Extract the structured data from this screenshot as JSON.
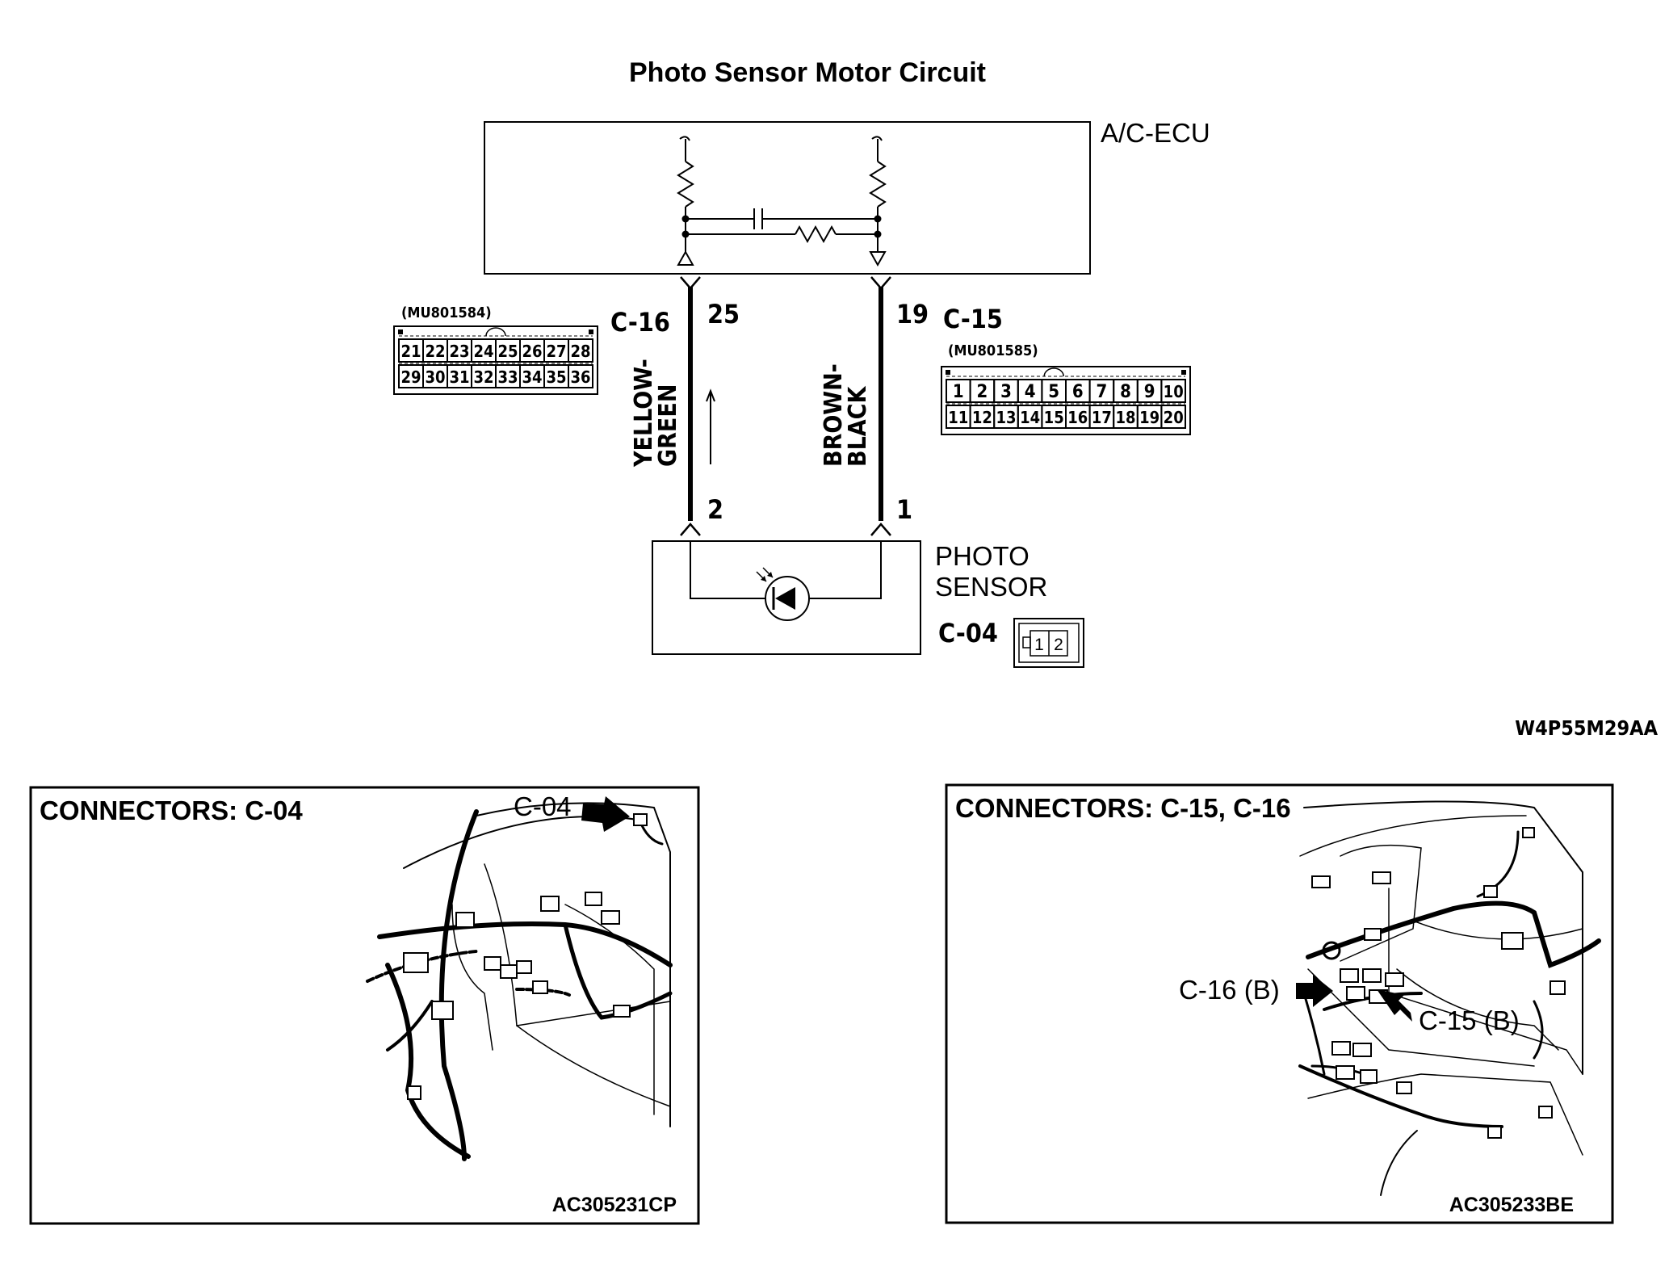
{
  "title": "Photo Sensor Motor Circuit",
  "ecu": {
    "label": "A/C-ECU"
  },
  "wires": [
    {
      "connector": "C-16",
      "top_pin": "25",
      "bottom_pin": "2",
      "color": "YELLOW-GREEN",
      "color_lines": [
        "YELLOW-",
        "GREEN"
      ]
    },
    {
      "connector": "C-15",
      "top_pin": "19",
      "bottom_pin": "1",
      "color": "BROWN-BLACK",
      "color_lines": [
        "BROWN-",
        "BLACK"
      ]
    }
  ],
  "connector_c16": {
    "part": "(MU801584)",
    "row1": [
      "21",
      "22",
      "23",
      "24",
      "25",
      "26",
      "27",
      "28"
    ],
    "row2": [
      "29",
      "30",
      "31",
      "32",
      "33",
      "34",
      "35",
      "36"
    ]
  },
  "connector_c15": {
    "part": "(MU801585)",
    "row1": [
      "1",
      "2",
      "3",
      "4",
      "5",
      "6",
      "7",
      "8",
      "9",
      "10"
    ],
    "row2": [
      "11",
      "12",
      "13",
      "14",
      "15",
      "16",
      "17",
      "18",
      "19",
      "20"
    ]
  },
  "sensor": {
    "label_lines": [
      "PHOTO",
      "SENSOR"
    ],
    "connector": "C-04",
    "pins": [
      "1",
      "2"
    ]
  },
  "diagram_code": "W4P55M29AA",
  "panels": [
    {
      "title": "CONNECTORS: C-04",
      "callouts": [
        "C-04"
      ],
      "code": "AC305231CP"
    },
    {
      "title": "CONNECTORS: C-15, C-16",
      "callouts": [
        "C-16 (B)",
        "C-15 (B)"
      ],
      "code": "AC305233BE"
    }
  ]
}
